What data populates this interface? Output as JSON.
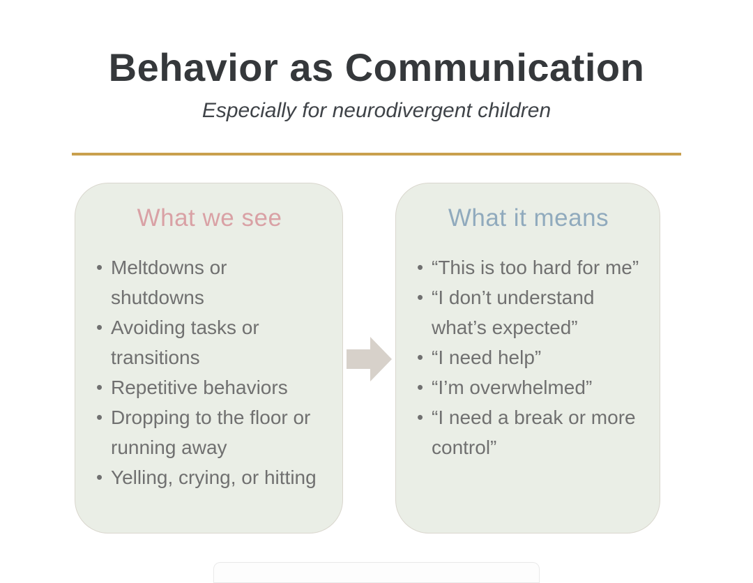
{
  "page": {
    "title": "Behavior as Communication",
    "subtitle": "Especially for neurodivergent children"
  },
  "colors": {
    "title_text": "#35383b",
    "subtitle_text": "#3f4348",
    "divider_gold": "#c9a04e",
    "box_background": "#eaeee6",
    "box_border": "#d9d6cd",
    "see_heading": "#d9a1a5",
    "means_heading": "#90aabd",
    "body_text": "#707070",
    "arrow": "#d7d1ca"
  },
  "icons": {
    "bullet_glyph": "•",
    "arrow": "block-arrow-right"
  },
  "columns": {
    "see": {
      "heading": "What we see",
      "items": [
        "Meltdowns or shutdowns",
        "Avoiding tasks or transitions",
        "Repetitive behaviors",
        "Dropping to the floor or running away",
        "Yelling, crying, or hitting"
      ]
    },
    "means": {
      "heading": "What it means",
      "items": [
        "“This is too hard for me”",
        "“I don’t understand what’s expected”",
        "“I need help”",
        "“I’m overwhelmed”",
        "“I need a break or more control”"
      ]
    }
  }
}
